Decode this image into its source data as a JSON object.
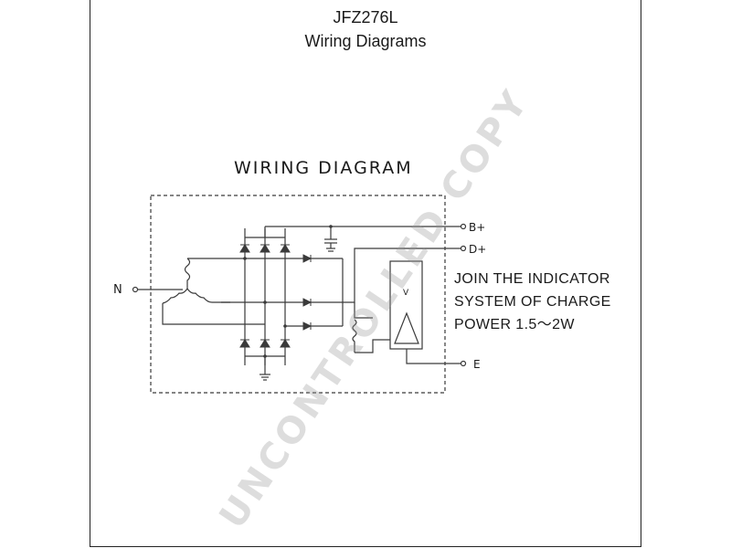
{
  "header": {
    "model": "JFZ276L",
    "subtitle": "Wiring Diagrams"
  },
  "diagram": {
    "title": "WIRING DIAGRAM",
    "terminals": {
      "n": "N",
      "b_plus": "B+",
      "d_plus": "D+",
      "e": "E"
    },
    "regulator_label": "V",
    "note_lines": [
      "JOIN THE INDICATOR",
      "SYSTEM OF CHARGE",
      "POWER 1.5〜2W"
    ]
  },
  "watermark": "UNCONTROLLED COPY",
  "colors": {
    "line": "#3a3a3a",
    "text": "#1a1a1a",
    "watermark": "#969696"
  }
}
